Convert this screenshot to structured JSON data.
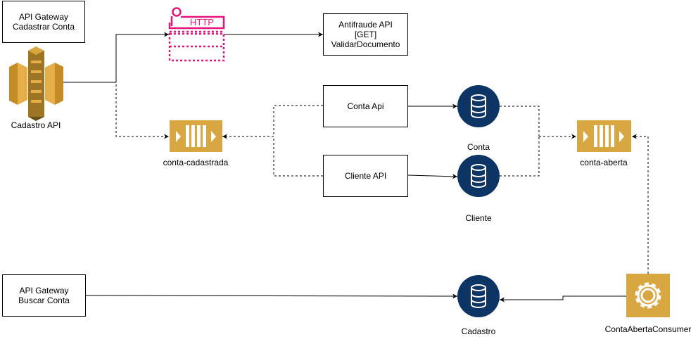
{
  "boxes": {
    "gateway_cadastrar": "API Gateway\nCadastrar Conta",
    "antifraude": "Antifraude API\n[GET]\nValidarDocumento",
    "conta_api": "Conta Api",
    "cliente_api": "Cliente API",
    "gateway_buscar": "API Gateway\nBuscar Conta"
  },
  "labels": {
    "cadastro_api": "Cadastro API",
    "http": "HTTP",
    "conta_cadastrada": "conta-cadastrada",
    "conta_db": "Conta",
    "cliente_db": "Cliente",
    "conta_aberta": "conta-aberta",
    "cadastro_db": "Cadastro",
    "consumer": "ContaAbertaConsumer"
  },
  "icons": {
    "api_gateway": "api-gateway-icon",
    "http_endpoint": "http-endpoint-icon",
    "queue": "sqs-queue-icon",
    "database": "database-icon",
    "consumer": "gear-icon"
  },
  "colors": {
    "aws_orange": "#D9A741",
    "aws_orange_dark": "#9D7525",
    "db_navy": "#0C3566",
    "http_pink": "#E7157B",
    "line": "#000000"
  }
}
